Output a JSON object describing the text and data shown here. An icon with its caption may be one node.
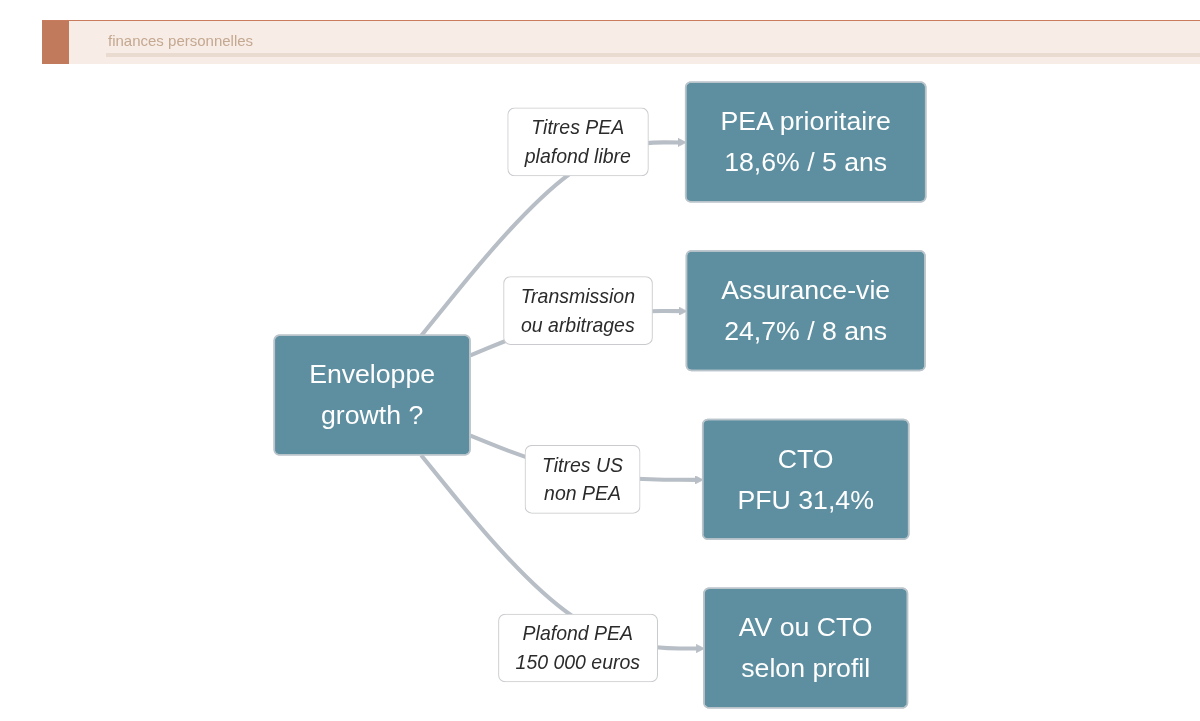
{
  "diagram": {
    "nodes": [
      {
        "text": [
          "Enveloppe growth ?"
        ]
      },
      {
        "text": [
          "PEA prioritaire",
          "18,6% / 5 ans"
        ]
      },
      {
        "text": [
          "Assurance-vie",
          "24,7% / 8 ans"
        ]
      },
      {
        "text": [
          "CTO",
          "PFU 31,4%"
        ]
      },
      {
        "text": [
          "AV ou CTO selon profil"
        ]
      }
    ],
    "edges": [
      {
        "from": 0,
        "to": 1,
        "arrow": "to",
        "label": "Titres PEA plafond libre"
      },
      {
        "from": 0,
        "to": 2,
        "arrow": "to",
        "label": "Transmission ou arbitrages"
      },
      {
        "from": 0,
        "to": 3,
        "arrow": "to",
        "label": "Titres US non PEA"
      },
      {
        "from": 0,
        "to": 4,
        "arrow": "to",
        "label": "Plafond PEA 150 000 euros"
      }
    ],
    "labels": [
      "finances personnelles"
    ]
  }
}
